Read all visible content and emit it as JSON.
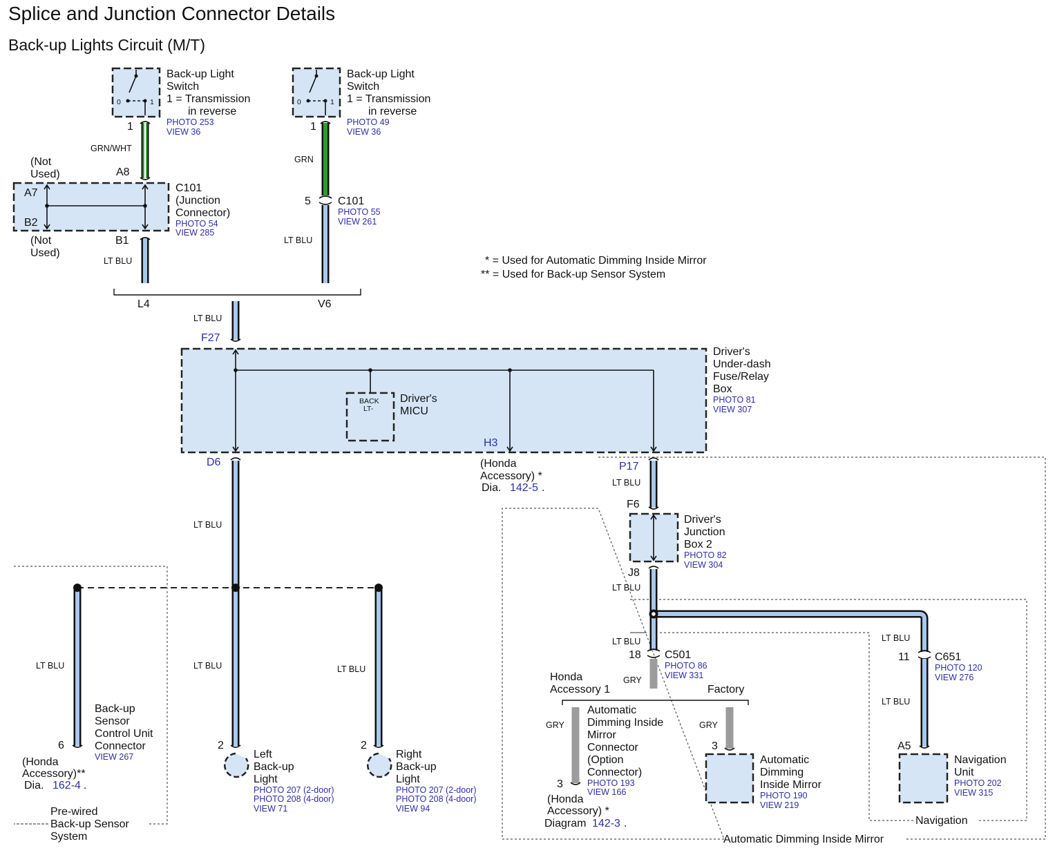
{
  "title": "Splice and Junction Connector Details",
  "subtitle": "Back-up Lights Circuit (M/T)",
  "legend": {
    "star1": "* = Used for Automatic Dimming Inside Mirror",
    "star2": "** = Used for Back-up Sensor System"
  },
  "switch_left": {
    "name1": "Back-up Light",
    "name2": "Switch",
    "desc1": "1 = Transmission",
    "desc2": "in reverse",
    "photo": "PHOTO 253",
    "view": "VIEW 36",
    "pin": "1",
    "pos0": "0",
    "pos1": "1"
  },
  "switch_right": {
    "name1": "Back-up Light",
    "name2": "Switch",
    "desc1": "1 = Transmission",
    "desc2": "in reverse",
    "photo": "PHOTO 49",
    "view": "VIEW 36",
    "pin": "1",
    "pos0": "0",
    "pos1": "1"
  },
  "c101_left": {
    "name1": "C101",
    "name2": "(Junction",
    "name3": "Connector)",
    "photo": "PHOTO 54",
    "view": "VIEW 285",
    "pin_a8": "A8",
    "pin_a7": "A7",
    "pin_b2": "B2",
    "pin_b1": "B1",
    "not_used_1a": "(Not",
    "not_used_1b": "Used)",
    "not_used_2a": "(Not",
    "not_used_2b": "Used)"
  },
  "c101_right": {
    "name": "C101",
    "photo": "PHOTO 55",
    "view": "VIEW 261",
    "pin": "5"
  },
  "wires": {
    "grn_wht": "GRN/WHT",
    "grn": "GRN",
    "lt_blu": "LT BLU",
    "gry": "GRY"
  },
  "bracket": {
    "left": "L4",
    "right": "V6"
  },
  "fuse_box": {
    "name1": "Driver's",
    "name2": "Under-dash",
    "name3": "Fuse/Relay",
    "name4": "Box",
    "photo": "PHOTO 81",
    "view": "VIEW 307",
    "pin_f27": "F27",
    "pin_d6": "D6",
    "pin_h3": "H3",
    "pin_p17": "P17"
  },
  "micu": {
    "name1": "Driver's",
    "name2": "MICU",
    "pin1": "BACK",
    "pin2": "LT-"
  },
  "honda_h3": {
    "line1": "(Honda",
    "line2": "Accessory) *",
    "line3": "Dia.",
    "ref": "142-5",
    "dot": "."
  },
  "junction_box2": {
    "name1": "Driver's",
    "name2": "Junction",
    "name3": "Box 2",
    "photo": "PHOTO 82",
    "view": "VIEW 304",
    "pin_f6": "F6",
    "pin_j8": "J8"
  },
  "c501": {
    "name": "C501",
    "photo": "PHOTO 86",
    "view": "VIEW 331",
    "pin": "18"
  },
  "c651": {
    "name": "C651",
    "photo": "PHOTO 120",
    "view": "VIEW 276",
    "pin": "11"
  },
  "nav_unit": {
    "name1": "Navigation",
    "name2": "Unit",
    "photo": "PHOTO 202",
    "view": "VIEW 315",
    "pin": "A5"
  },
  "honda_acc1": {
    "line1": "Honda",
    "line2": "Accessory 1"
  },
  "factory": "Factory",
  "adim_conn": {
    "name1": "Automatic",
    "name2": "Dimming Inside",
    "name3": "Mirror",
    "name4": "Connector",
    "name5": "(Option",
    "name6": "Connector)",
    "photo": "PHOTO 193",
    "view": "VIEW 166",
    "pin": "3"
  },
  "adim_mirror": {
    "name1": "Automatic",
    "name2": "Dimming",
    "name3": "Inside Mirror",
    "photo": "PHOTO 190",
    "view": "VIEW 219",
    "pin": "3"
  },
  "honda_diag": {
    "line1": "(Honda",
    "line2": "Accessory) *",
    "line3": "Diagram",
    "ref": "142-3",
    "dot": "."
  },
  "sensor_ctrl": {
    "name1": "Back-up",
    "name2": "Sensor",
    "name3": "Control Unit",
    "name4": "Connector",
    "view": "VIEW 267",
    "pin": "6"
  },
  "honda_sensor": {
    "line1": "(Honda",
    "line2": "Accessory)**",
    "line3": "Dia.",
    "ref": "162-4",
    "dot": "."
  },
  "prewired": {
    "line1": "Pre-wired",
    "line2": "Back-up Sensor",
    "line3": "System"
  },
  "left_light": {
    "name1": "Left",
    "name2": "Back-up",
    "name3": "Light",
    "photo1": "PHOTO 207 (2-door)",
    "photo2": "PHOTO 208 (4-door)",
    "view": "VIEW 71",
    "pin": "2"
  },
  "right_light": {
    "name1": "Right",
    "name2": "Back-up",
    "name3": "Light",
    "photo1": "PHOTO 207 (2-door)",
    "photo2": "PHOTO 208 (4-door)",
    "view": "VIEW 94",
    "pin": "2"
  },
  "region_labels": {
    "navigation": "Navigation",
    "auto_dim": "Automatic Dimming Inside Mirror"
  },
  "colors": {
    "wire_blue": "#a8c8ec",
    "wire_green": "#2f9a2f",
    "wire_gray": "#9c9c9c",
    "box_fill": "#d5e5f6",
    "ref_blue": "#2e2ea8"
  }
}
